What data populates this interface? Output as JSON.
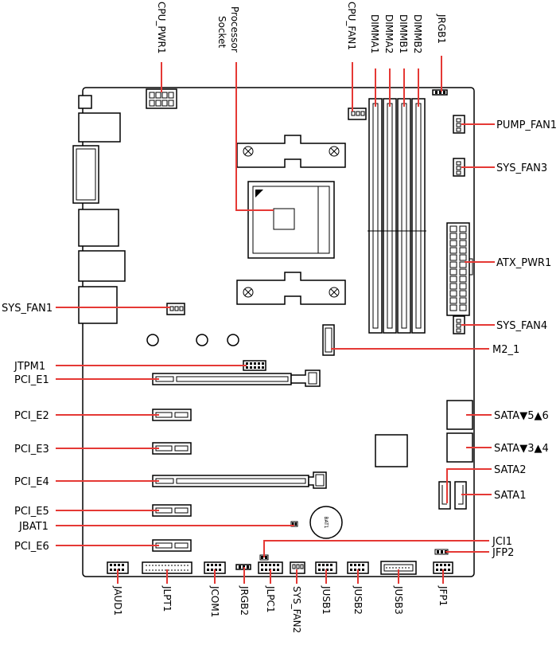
{
  "labels": {
    "cpu_pwr1": "CPU_PWR1",
    "processor_socket_l1": "Processor",
    "processor_socket_l2": "Socket",
    "cpu_fan1": "CPU_FAN1",
    "dimma1": "DIMMA1",
    "dimma2": "DIMMA2",
    "dimmb1": "DIMMB1",
    "dimmb2": "DIMMB2",
    "jrgb1": "JRGB1",
    "pump_fan1": "PUMP_FAN1",
    "sys_fan3": "SYS_FAN3",
    "atx_pwr1": "ATX_PWR1",
    "sys_fan4": "SYS_FAN4",
    "m2_1": "M2_1",
    "sata56": "SATA▼5▲6",
    "sata34": "SATA▼3▲4",
    "sata2": "SATA2",
    "sata1": "SATA1",
    "jci1": "JCI1",
    "jfp2": "JFP2",
    "sys_fan1": "SYS_FAN1",
    "jtpm1": "JTPM1",
    "pci_e1": "PCI_E1",
    "pci_e2": "PCI_E2",
    "pci_e3": "PCI_E3",
    "pci_e4": "PCI_E4",
    "pci_e5": "PCI_E5",
    "jbat1": "JBAT1",
    "pci_e6": "PCI_E6",
    "jaud1": "JAUD1",
    "jlpt1": "JLPT1",
    "jcom1": "JCOM1",
    "jrgb2": "JRGB2",
    "jlpc1": "JLPC1",
    "sys_fan2": "SYS_FAN2",
    "jusb1": "JUSB1",
    "jusb2": "JUSB2",
    "jusb3": "JUSB3",
    "jfp1": "JFP1",
    "bat1": "BAT1"
  },
  "colors": {
    "leader": "#e53935",
    "outline": "#000000",
    "background": "#ffffff"
  }
}
